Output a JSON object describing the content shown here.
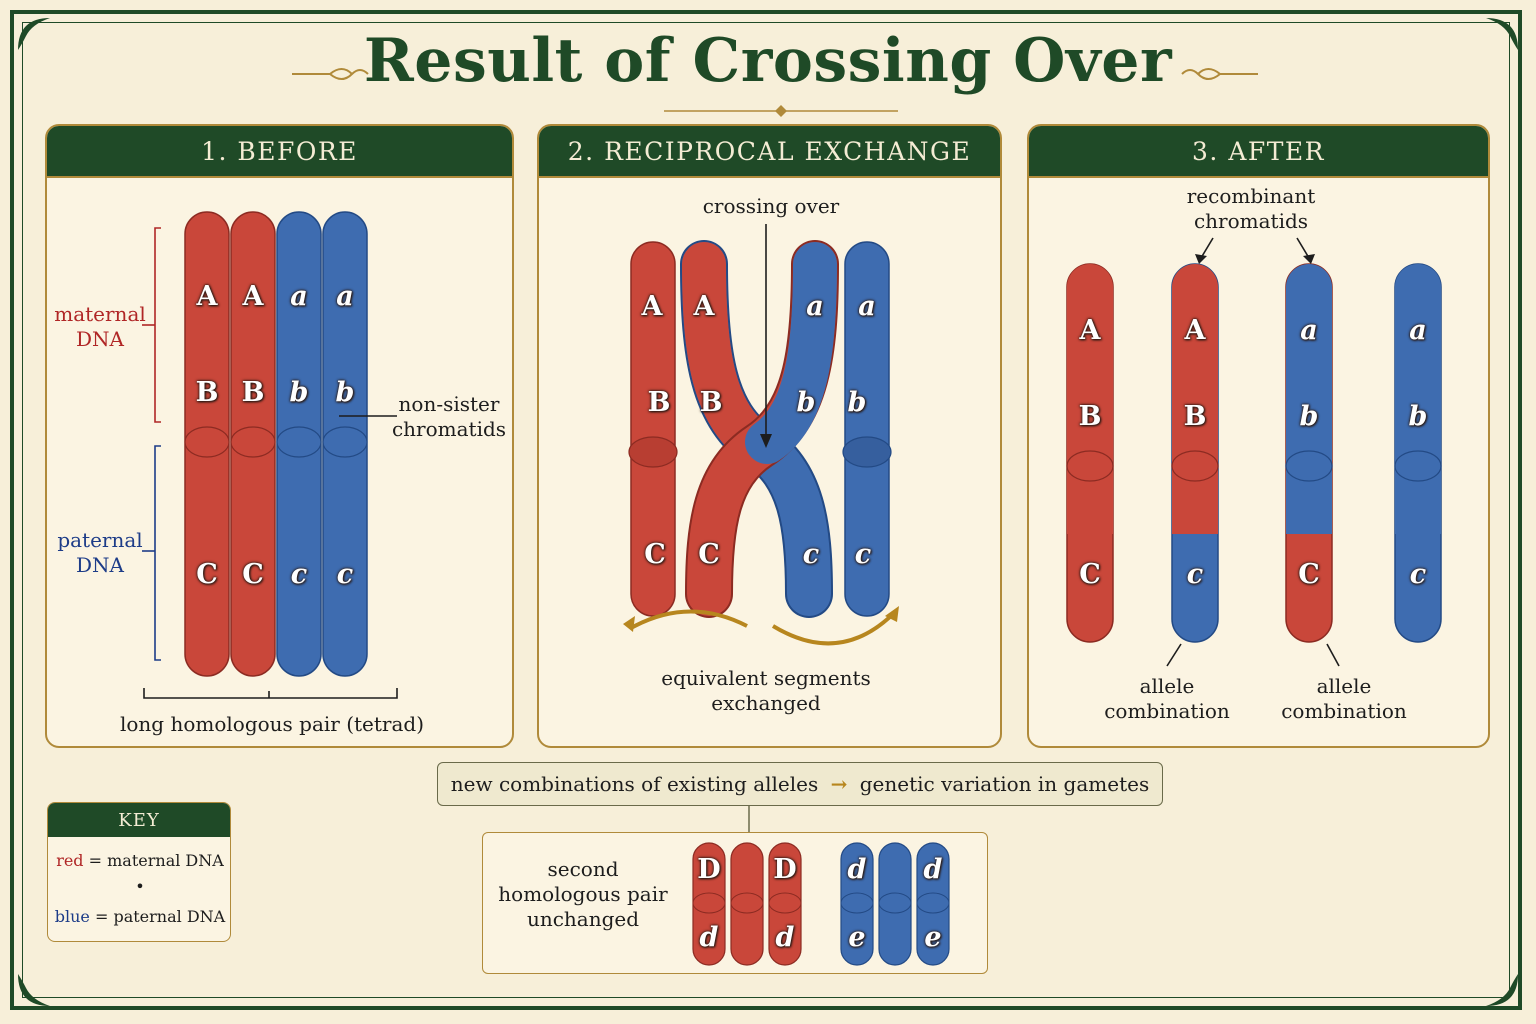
{
  "title": "Result of Crossing Over",
  "colors": {
    "maternal": "#c9473a",
    "paternal": "#3e6cb0",
    "header": "#1f4a27",
    "accent": "#b08a3a"
  },
  "panels": [
    {
      "heading": "1. BEFORE",
      "maternal_label": "maternal\nDNA",
      "paternal_label": "paternal\nDNA",
      "nonsister_label": "non-sister\nchromatids",
      "tetrad_label": "long homologous pair (tetrad)",
      "chromatids": [
        {
          "upper": [
            "A",
            "B"
          ],
          "lower": [
            "C"
          ],
          "color": "maternal"
        },
        {
          "upper": [
            "A",
            "B"
          ],
          "lower": [
            "C"
          ],
          "color": "maternal"
        },
        {
          "upper": [
            "a",
            "b"
          ],
          "lower": [
            "c"
          ],
          "color": "paternal"
        },
        {
          "upper": [
            "a",
            "b"
          ],
          "lower": [
            "c"
          ],
          "color": "paternal"
        }
      ]
    },
    {
      "heading": "2. RECIPROCAL EXCHANGE",
      "crossing_label": "crossing over",
      "exchange_label": "equivalent segments\nexchanged",
      "alleles": [
        "A",
        "A",
        "a",
        "a",
        "B",
        "B",
        "b",
        "b",
        "C",
        "C",
        "c",
        "c"
      ]
    },
    {
      "heading": "3. AFTER",
      "recombinant_label": "recombinant\nchromatids",
      "allele_combo_label_1": "allele\ncombination",
      "allele_combo_label_2": "allele\ncombination",
      "chromatids": [
        {
          "alleles": [
            "A",
            "B",
            "C"
          ],
          "upper": "maternal",
          "lower": "maternal"
        },
        {
          "alleles": [
            "A",
            "B",
            "c"
          ],
          "upper": "maternal",
          "lower": "paternal"
        },
        {
          "alleles": [
            "a",
            "b",
            "C"
          ],
          "upper": "paternal",
          "lower": "maternal"
        },
        {
          "alleles": [
            "a",
            "b",
            "c"
          ],
          "upper": "paternal",
          "lower": "paternal"
        }
      ]
    }
  ],
  "summary": {
    "left": "new combinations of existing alleles",
    "arrow": "→",
    "right": "genetic variation in gametes"
  },
  "second_pair": {
    "label": "second\nhomologous pair\nunchanged",
    "chromatids": [
      {
        "top": "D",
        "bottom": "d",
        "color": "maternal"
      },
      {
        "top": "",
        "bottom": "",
        "color": "maternal"
      },
      {
        "top": "D",
        "bottom": "d",
        "color": "maternal"
      },
      {
        "top": "d",
        "bottom": "e",
        "color": "paternal"
      },
      {
        "top": "",
        "bottom": "",
        "color": "paternal"
      },
      {
        "top": "d",
        "bottom": "e",
        "color": "paternal"
      }
    ]
  },
  "key": {
    "heading": "KEY",
    "red_word": "red",
    "red_rest": " = maternal DNA",
    "dot": "•",
    "blue_word": "blue",
    "blue_rest": " = paternal DNA"
  }
}
